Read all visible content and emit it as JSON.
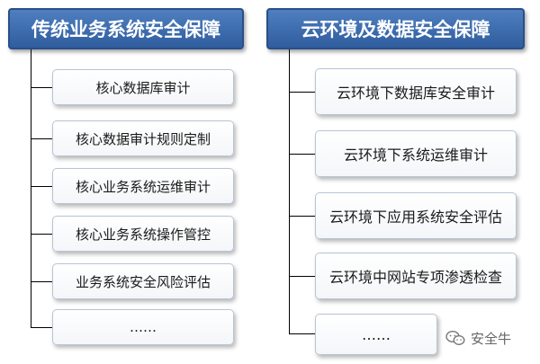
{
  "left": {
    "header": "传统业务系统安全保障",
    "items": [
      "核心数据库审计",
      "核心数据审计规则定制",
      "核心业务系统运维审计",
      "核心业务系统操作管控",
      "业务系统安全风险评估",
      "……"
    ]
  },
  "right": {
    "header": "云环境及数据安全保障",
    "items": [
      "云环境下数据库安全审计",
      "云环境下系统运维审计",
      "云环境下应用系统安全评估",
      "云环境中网站专项渗透检查",
      "……"
    ]
  },
  "watermark": {
    "text": "安全牛",
    "icon": "wechat-icon"
  },
  "colors": {
    "header_bg": "#3a6aad",
    "header_text": "#ffffff",
    "connector": "#000000",
    "box_border": "#b8c4d4"
  }
}
